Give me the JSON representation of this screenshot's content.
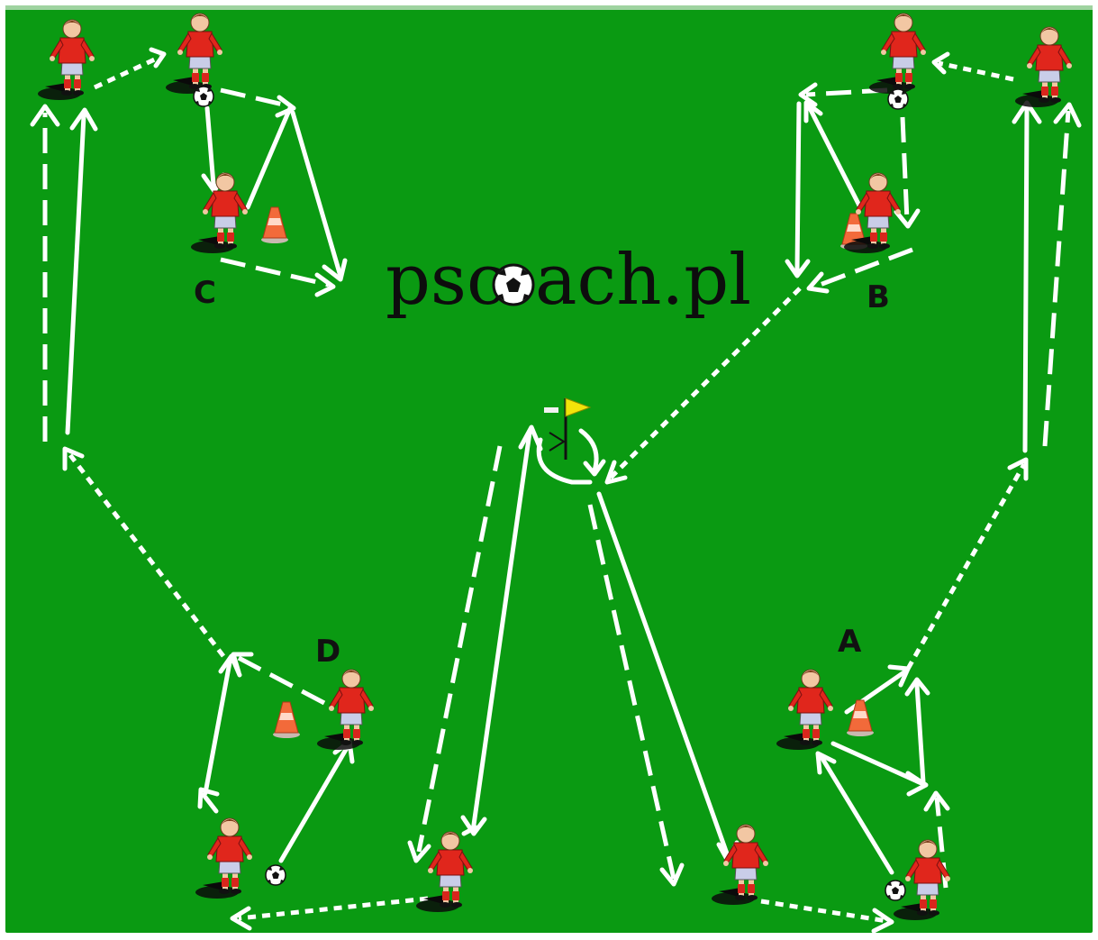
{
  "logo": {
    "prefix": "psc",
    "suffix": "ach.pl"
  },
  "stations": {
    "a": "A",
    "b": "B",
    "c": "C",
    "d": "D"
  },
  "colors": {
    "pitch": "#0a9a12",
    "line": "#ffffff",
    "jersey": "#e0261c",
    "shorts": "#c9cde8",
    "cone": "#f26a3a",
    "flag": "#f2e40a",
    "text": "#111111"
  },
  "icons": [
    "player-figure",
    "soccer-ball",
    "training-cone",
    "corner-flag",
    "soccer-ball-logo"
  ]
}
